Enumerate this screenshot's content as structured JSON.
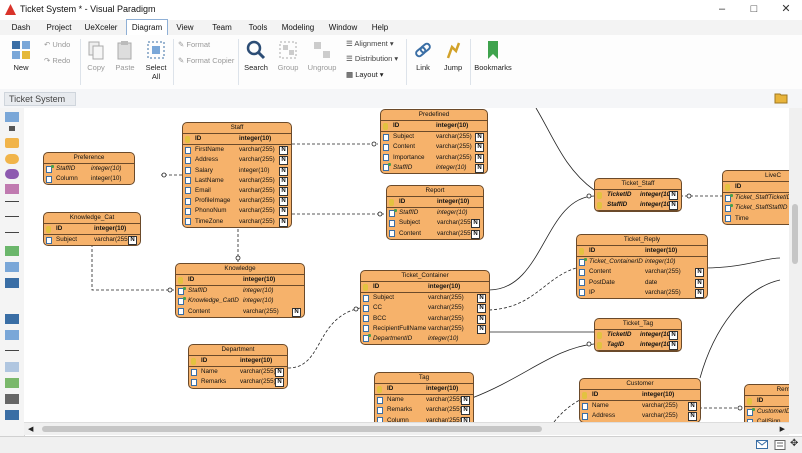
{
  "window": {
    "title": "Ticket System * - Visual Paradigm"
  },
  "menu": [
    "Dash",
    "Project",
    "UeXceler",
    "Diagram",
    "View",
    "Team",
    "Tools",
    "Modeling",
    "Window",
    "Help"
  ],
  "menu_active": "Diagram",
  "ribbon": {
    "new": "New",
    "undo": "Undo",
    "redo": "Redo",
    "copy": "Copy",
    "paste": "Paste",
    "select_all": "Select All",
    "format": "Format",
    "format_copier": "Format Copier",
    "search": "Search",
    "group": "Group",
    "ungroup": "Ungroup",
    "alignment": "Alignment",
    "distribution": "Distribution",
    "layout": "Layout",
    "link": "Link",
    "jump": "Jump",
    "bookmarks": "Bookmarks"
  },
  "breadcrumb": "Ticket System",
  "entities": {
    "preference": {
      "name": "Preference",
      "rows": [
        {
          "n": "StaffID",
          "t": "integer(10)",
          "k": "fk",
          "nn": false
        },
        {
          "n": "Column",
          "t": "integer(10)",
          "k": "col",
          "nn": false
        }
      ]
    },
    "knowledge_cat": {
      "name": "Knowledge_Cat",
      "rows": [
        {
          "n": "ID",
          "t": "integer(10)",
          "k": "pk",
          "nn": false
        },
        {
          "n": "Subject",
          "t": "varchar(255)",
          "k": "col",
          "nn": true
        }
      ]
    },
    "staff": {
      "name": "Staff",
      "rows": [
        {
          "n": "ID",
          "t": "integer(10)",
          "k": "pk",
          "nn": false
        },
        {
          "n": "FirstName",
          "t": "varchar(255)",
          "k": "col",
          "nn": true
        },
        {
          "n": "Address",
          "t": "varchar(255)",
          "k": "col",
          "nn": true
        },
        {
          "n": "Salary",
          "t": "integer(10)",
          "k": "col",
          "nn": true
        },
        {
          "n": "LastName",
          "t": "varchar(255)",
          "k": "col",
          "nn": true
        },
        {
          "n": "Email",
          "t": "varchar(255)",
          "k": "col",
          "nn": true
        },
        {
          "n": "ProfileImage",
          "t": "varchar(255)",
          "k": "col",
          "nn": true
        },
        {
          "n": "PhonoNum",
          "t": "varchar(255)",
          "k": "col",
          "nn": true
        },
        {
          "n": "TimeZone",
          "t": "varchar(255)",
          "k": "col",
          "nn": true
        }
      ]
    },
    "knowledge": {
      "name": "Knowledge",
      "rows": [
        {
          "n": "ID",
          "t": "integer(10)",
          "k": "pk",
          "nn": false
        },
        {
          "n": "StaffID",
          "t": "integer(10)",
          "k": "fk",
          "nn": false
        },
        {
          "n": "Knowledge_CatID",
          "t": "integer(10)",
          "k": "fk",
          "nn": false
        },
        {
          "n": "Content",
          "t": "varchar(255)",
          "k": "col",
          "nn": true
        }
      ]
    },
    "department": {
      "name": "Department",
      "rows": [
        {
          "n": "ID",
          "t": "integer(10)",
          "k": "pk",
          "nn": false
        },
        {
          "n": "Name",
          "t": "varchar(255)",
          "k": "col",
          "nn": true
        },
        {
          "n": "Remarks",
          "t": "varchar(255)",
          "k": "col",
          "nn": true
        }
      ]
    },
    "predefined": {
      "name": "Predefined",
      "rows": [
        {
          "n": "ID",
          "t": "integer(10)",
          "k": "pk",
          "nn": false
        },
        {
          "n": "Subject",
          "t": "varchar(255)",
          "k": "col",
          "nn": true
        },
        {
          "n": "Content",
          "t": "varchar(255)",
          "k": "col",
          "nn": true
        },
        {
          "n": "Importance",
          "t": "varchar(255)",
          "k": "col",
          "nn": true
        },
        {
          "n": "StaffID",
          "t": "integer(10)",
          "k": "fk",
          "nn": true
        }
      ]
    },
    "report": {
      "name": "Report",
      "rows": [
        {
          "n": "ID",
          "t": "integer(10)",
          "k": "pk",
          "nn": false
        },
        {
          "n": "StaffID",
          "t": "integer(10)",
          "k": "fk",
          "nn": false
        },
        {
          "n": "Subject",
          "t": "varchar(255)",
          "k": "col",
          "nn": true
        },
        {
          "n": "Content",
          "t": "varchar(255)",
          "k": "col",
          "nn": true
        }
      ]
    },
    "ticket_container": {
      "name": "Ticket_Container",
      "rows": [
        {
          "n": "ID",
          "t": "integer(10)",
          "k": "pk",
          "nn": false
        },
        {
          "n": "Subject",
          "t": "varchar(255)",
          "k": "col",
          "nn": true
        },
        {
          "n": "CC",
          "t": "varchar(255)",
          "k": "col",
          "nn": true
        },
        {
          "n": "BCC",
          "t": "varchar(255)",
          "k": "col",
          "nn": true
        },
        {
          "n": "RecipientFullName",
          "t": "varchar(255)",
          "k": "col",
          "nn": true
        },
        {
          "n": "DepartmentID",
          "t": "integer(10)",
          "k": "fk",
          "nn": false
        }
      ]
    },
    "tag": {
      "name": "Tag",
      "rows": [
        {
          "n": "ID",
          "t": "integer(10)",
          "k": "pk",
          "nn": false
        },
        {
          "n": "Name",
          "t": "varchar(255)",
          "k": "col",
          "nn": true
        },
        {
          "n": "Remarks",
          "t": "varchar(255)",
          "k": "col",
          "nn": true
        },
        {
          "n": "Column",
          "t": "varchar(255)",
          "k": "col",
          "nn": true
        }
      ]
    },
    "ticket_staff": {
      "name": "Ticket_Staff",
      "rows": [
        {
          "n": "TicketID",
          "t": "integer(10)",
          "k": "pkfk",
          "nn": true
        },
        {
          "n": "StaffID",
          "t": "integer(10)",
          "k": "pkfk",
          "nn": true
        }
      ]
    },
    "ticket_reply": {
      "name": "Ticket_Reply",
      "rows": [
        {
          "n": "ID",
          "t": "integer(10)",
          "k": "pk",
          "nn": false
        },
        {
          "n": "Ticket_ContainerID",
          "t": "integer(10)",
          "k": "fk",
          "nn": false
        },
        {
          "n": "Content",
          "t": "varchar(255)",
          "k": "col",
          "nn": true
        },
        {
          "n": "PostDate",
          "t": "date",
          "k": "col",
          "nn": true
        },
        {
          "n": "IP",
          "t": "varchar(255)",
          "k": "col",
          "nn": true
        }
      ]
    },
    "ticket_tag": {
      "name": "Ticket_Tag",
      "rows": [
        {
          "n": "TicketID",
          "t": "integer(10)",
          "k": "pkfk",
          "nn": true
        },
        {
          "n": "TagID",
          "t": "integer(10)",
          "k": "pkfk",
          "nn": true
        }
      ]
    },
    "customer": {
      "name": "Customer",
      "rows": [
        {
          "n": "ID",
          "t": "integer(10)",
          "k": "pk",
          "nn": false
        },
        {
          "n": "Name",
          "t": "varchar(255)",
          "k": "col",
          "nn": true
        },
        {
          "n": "Address",
          "t": "varchar(255)",
          "k": "col",
          "nn": true
        }
      ]
    },
    "livec": {
      "name": "LiveC",
      "rows": [
        {
          "n": "ID",
          "t": "",
          "k": "pk",
          "nn": false
        },
        {
          "n": "Ticket_StaffTicketID",
          "t": "",
          "k": "fk",
          "nn": false
        },
        {
          "n": "Ticket_StaffStaffID",
          "t": "",
          "k": "fk",
          "nn": false
        },
        {
          "n": "Time",
          "t": "",
          "k": "col",
          "nn": false
        }
      ]
    },
    "remo": {
      "name": "Remo",
      "rows": [
        {
          "n": "ID",
          "t": "",
          "k": "pk",
          "nn": false
        },
        {
          "n": "CustomerID",
          "t": "",
          "k": "fk",
          "nn": false
        },
        {
          "n": "CallSign",
          "t": "",
          "k": "col",
          "nn": false
        }
      ]
    }
  },
  "colors": {
    "entity_fill": "#f6b26b",
    "entity_border": "#6b4a2a",
    "ribbon_accent": "#3a6ea5"
  }
}
